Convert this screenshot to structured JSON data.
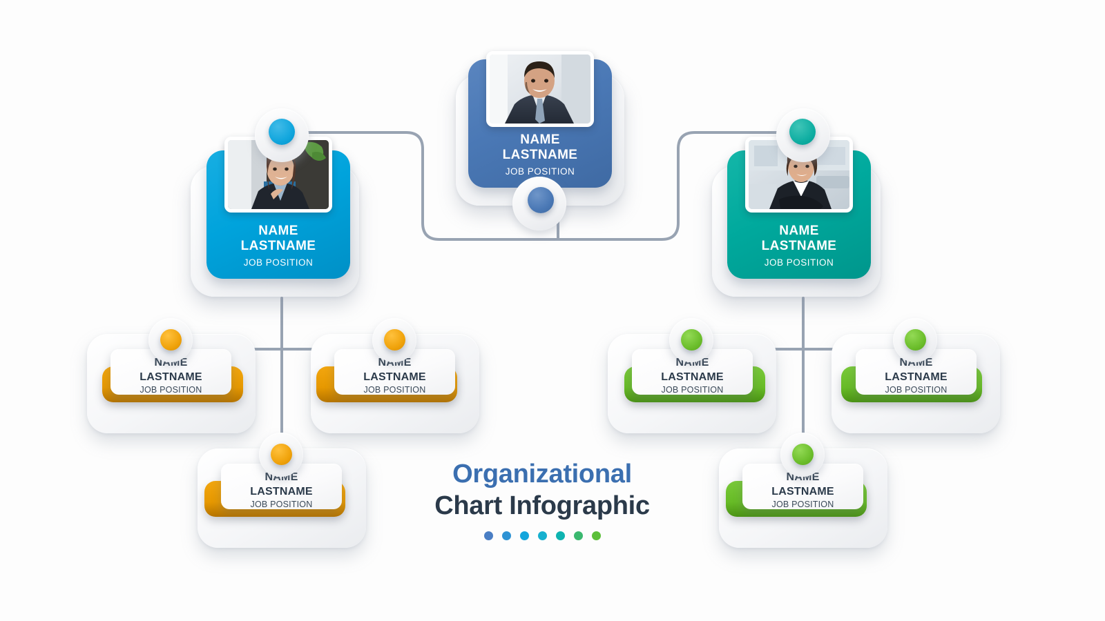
{
  "title": {
    "line1": "Organizational",
    "line2": "Chart Infographic",
    "line1_color": "#3b6fb0",
    "line2_color": "#2b3a4a",
    "dots": [
      "#4a7ec4",
      "#2e93d4",
      "#13a5dc",
      "#16b0cf",
      "#0eb3b0",
      "#3ab86f",
      "#5cbf3a"
    ]
  },
  "labels": {
    "name": "NAME",
    "lastname": "LASTNAME",
    "job": "JOB POSITION"
  },
  "chart_data": {
    "type": "tree",
    "title": "Organizational Chart Infographic",
    "levels": 3,
    "nodes": [
      {
        "id": "ceo",
        "level": 0,
        "name": "NAME",
        "lastname": "LASTNAME",
        "job": "JOB POSITION",
        "style": "photo",
        "color": "#4a78b5",
        "knob_color": "#4a78b5",
        "knob_position": "bottom",
        "parent": null
      },
      {
        "id": "left-vp",
        "level": 1,
        "name": "NAME",
        "lastname": "LASTNAME",
        "job": "JOB POSITION",
        "style": "photo",
        "color": "#00a3dc",
        "knob_color": "#1aa9de",
        "knob_position": "top",
        "parent": "ceo"
      },
      {
        "id": "right-vp",
        "level": 1,
        "name": "NAME",
        "lastname": "LASTNAME",
        "job": "JOB POSITION",
        "style": "photo",
        "color": "#00a99d",
        "knob_color": "#1bb1a6",
        "knob_position": "top",
        "parent": "ceo"
      },
      {
        "id": "orange-1",
        "level": 2,
        "name": "NAME",
        "lastname": "LASTNAME",
        "job": "JOB POSITION",
        "style": "plain",
        "color": "#eea00b",
        "knob_color": "#f0a318",
        "knob_position": "top",
        "parent": "left-vp"
      },
      {
        "id": "orange-2",
        "level": 2,
        "name": "NAME",
        "lastname": "LASTNAME",
        "job": "JOB POSITION",
        "style": "plain",
        "color": "#eea00b",
        "knob_color": "#f0a318",
        "knob_position": "top",
        "parent": "left-vp"
      },
      {
        "id": "orange-3",
        "level": 2,
        "name": "NAME",
        "lastname": "LASTNAME",
        "job": "JOB POSITION",
        "style": "plain",
        "color": "#eea00b",
        "knob_color": "#f0a318",
        "knob_position": "top",
        "parent": "left-vp"
      },
      {
        "id": "green-1",
        "level": 2,
        "name": "NAME",
        "lastname": "LASTNAME",
        "job": "JOB POSITION",
        "style": "plain",
        "color": "#6cbe2c",
        "knob_color": "#6cbe2c",
        "knob_position": "top",
        "parent": "right-vp"
      },
      {
        "id": "green-2",
        "level": 2,
        "name": "NAME",
        "lastname": "LASTNAME",
        "job": "JOB POSITION",
        "style": "plain",
        "color": "#6cbe2c",
        "knob_color": "#6cbe2c",
        "knob_position": "top",
        "parent": "right-vp"
      },
      {
        "id": "green-3",
        "level": 2,
        "name": "NAME",
        "lastname": "LASTNAME",
        "job": "JOB POSITION",
        "style": "plain",
        "color": "#6cbe2c",
        "knob_color": "#6cbe2c",
        "knob_position": "top",
        "parent": "right-vp"
      }
    ],
    "connector_color": "#98a3b2"
  },
  "nodes": {
    "ceo": {
      "name": "NAME",
      "lastname": "LASTNAME",
      "job": "JOB POSITION"
    },
    "left_vp": {
      "name": "NAME",
      "lastname": "LASTNAME",
      "job": "JOB POSITION"
    },
    "right_vp": {
      "name": "NAME",
      "lastname": "LASTNAME",
      "job": "JOB POSITION"
    },
    "orange_1": {
      "name": "NAME",
      "lastname": "LASTNAME",
      "job": "JOB POSITION"
    },
    "orange_2": {
      "name": "NAME",
      "lastname": "LASTNAME",
      "job": "JOB POSITION"
    },
    "orange_3": {
      "name": "NAME",
      "lastname": "LASTNAME",
      "job": "JOB POSITION"
    },
    "green_1": {
      "name": "NAME",
      "lastname": "LASTNAME",
      "job": "JOB POSITION"
    },
    "green_2": {
      "name": "NAME",
      "lastname": "LASTNAME",
      "job": "JOB POSITION"
    },
    "green_3": {
      "name": "NAME",
      "lastname": "LASTNAME",
      "job": "JOB POSITION"
    }
  }
}
